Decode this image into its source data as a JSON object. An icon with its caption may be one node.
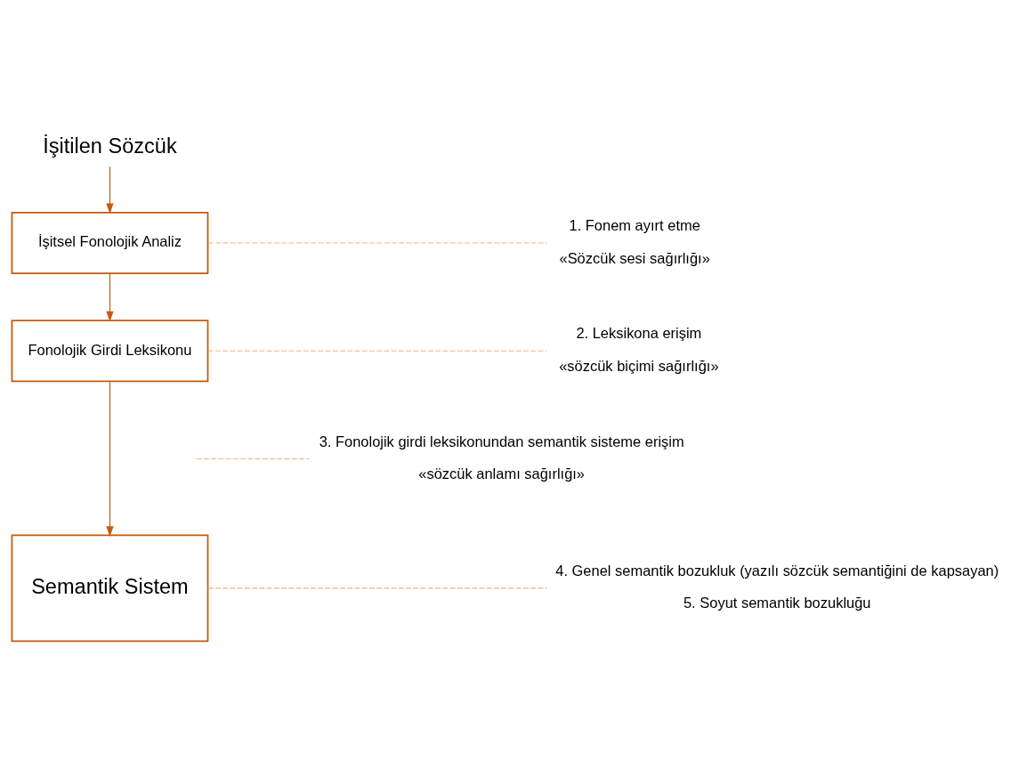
{
  "diagram": {
    "nodes": [
      {
        "text": [
          "İşitilen Sözcük"
        ]
      },
      {
        "text": [
          "İşitsel Fonolojik Analiz"
        ]
      },
      {
        "text": [
          "Fonolojik Girdi Leksikonu"
        ]
      },
      {
        "text": [
          "Semantik Sistem"
        ]
      },
      {
        "text": [
          "1. Fonem ayırt etme",
          "«Sözcük sesi sağırlığı»"
        ]
      },
      {
        "text": [
          "2. Leksikona erişim",
          "«sözcük biçimi sağırlığı»"
        ]
      },
      {
        "text": [
          "3. Fonolojik girdi leksikonundan semantik sisteme erişim",
          "«sözcük anlamı sağırlığı»"
        ]
      },
      {
        "text": [
          "4. Genel semantik bozukluk (yazılı sözcük semantiğini de kapsayan)",
          "5. Soyut semantik bozukluğu"
        ]
      }
    ],
    "edges": [
      {
        "from": 0,
        "to": 1,
        "arrow": "to",
        "color": "#c55a11"
      },
      {
        "from": 1,
        "to": 2,
        "arrow": "to",
        "color": "#c55a11"
      },
      {
        "from": 2,
        "to": 3,
        "arrow": "to",
        "color": "#c55a11"
      },
      {
        "from": 1,
        "to": 4,
        "arrow": "none",
        "style": "dashed"
      },
      {
        "from": 2,
        "to": 5,
        "arrow": "none",
        "style": "dashed"
      },
      {
        "from": null,
        "to": 6,
        "arrow": "none",
        "style": "dashed"
      },
      {
        "from": 3,
        "to": 7,
        "arrow": "none",
        "style": "dashed"
      }
    ]
  }
}
